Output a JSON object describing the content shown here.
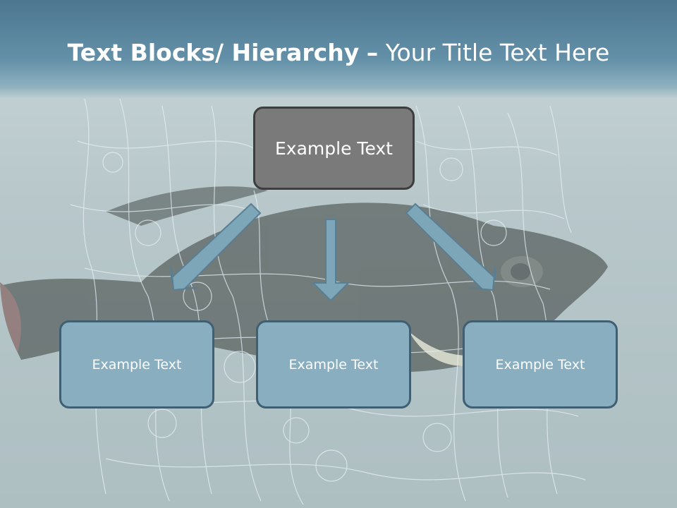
{
  "slide": {
    "title_bold": "Text Blocks/ Hierarchy",
    "title_separator": "–",
    "title_regular": "Your Title Text Here"
  },
  "hierarchy": {
    "root": {
      "label": "Example Text"
    },
    "children": [
      {
        "label": "Example Text"
      },
      {
        "label": "Example Text"
      },
      {
        "label": "Example Text"
      }
    ]
  },
  "colors": {
    "title_band": "#5a86a0",
    "root_fill": "#7a7a7a",
    "root_border": "#3d3d3d",
    "child_fill": "#88aec0",
    "child_border": "#3f5f72",
    "arrow_fill": "#7ea6b9",
    "arrow_stroke": "#5b7f92"
  },
  "background": {
    "image_subject": "fish-in-net-photo"
  }
}
